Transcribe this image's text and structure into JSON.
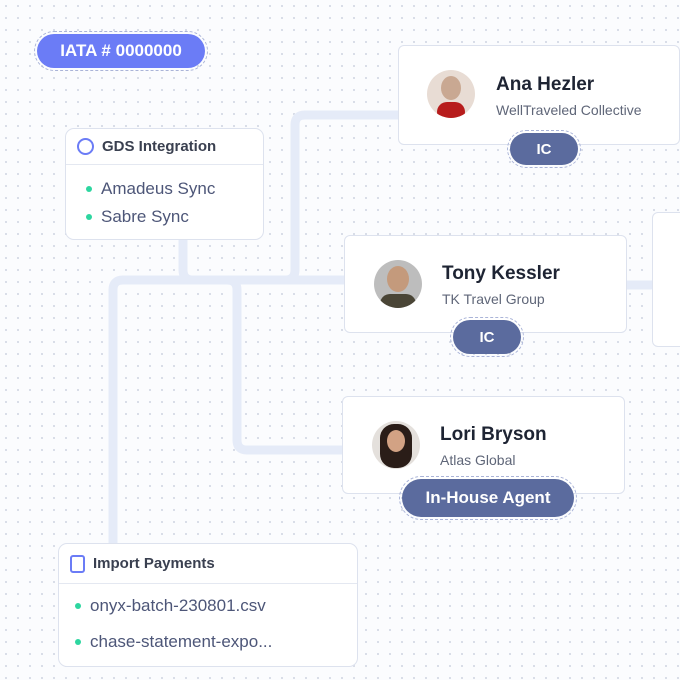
{
  "iata_badge": "IATA # 0000000",
  "colors": {
    "accent": "#6b7cf6",
    "role": "#5b6b9e",
    "connector": "#e5ebf8",
    "dot": "#2dd6a0"
  },
  "people": [
    {
      "name": "Ana Hezler",
      "org": "WellTraveled Collective",
      "role": "IC"
    },
    {
      "name": "Tony Kessler",
      "org": "TK Travel Group",
      "role": "IC"
    },
    {
      "name": "Lori Bryson",
      "org": "Atlas Global",
      "role": "In-House Agent"
    }
  ],
  "gds": {
    "title": "GDS Integration",
    "icon": "globe-icon",
    "items": [
      "Amadeus Sync",
      "Sabre Sync"
    ]
  },
  "payments": {
    "title": "Import Payments",
    "icon": "document-add-icon",
    "items": [
      "onyx-batch-230801.csv",
      "chase-statement-expo..."
    ]
  }
}
